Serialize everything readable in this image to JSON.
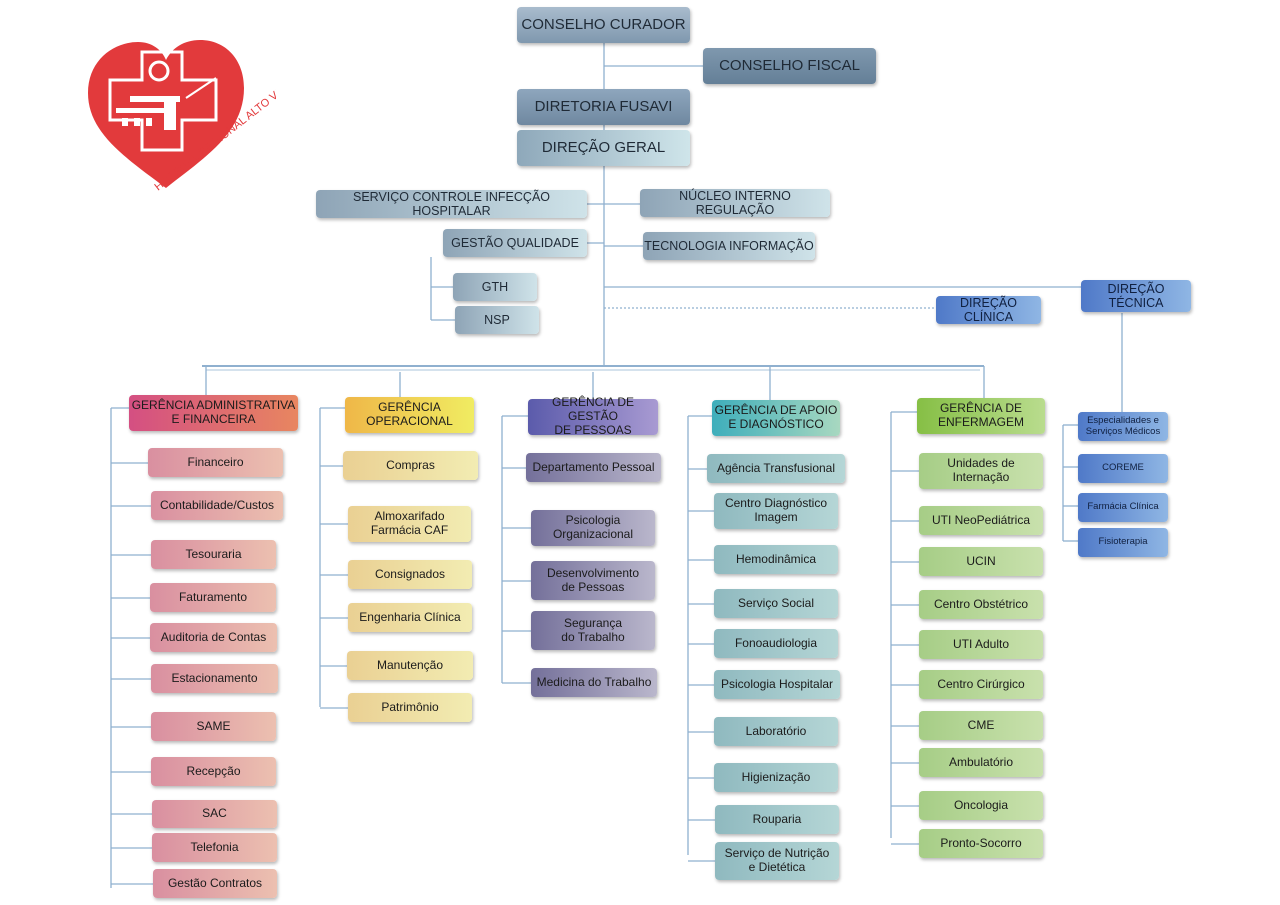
{
  "logo": {
    "text": "HOSPITAL REGIONAL ALTO VALE",
    "color": "#e23a3c"
  },
  "top": {
    "conselho_curador": "CONSELHO CURADOR",
    "conselho_fiscal": "CONSELHO FISCAL",
    "diretoria_fusavi": "DIRETORIA FUSAVI",
    "direcao_geral": "DIREÇÃO GERAL"
  },
  "support": {
    "scih": "SERVIÇO CONTROLE INFECÇÃO HOSPITALAR",
    "nir": "NÚCLEO INTERNO REGULAÇÃO",
    "gestao_qualidade": "GESTÃO QUALIDADE",
    "ti": "TECNOLOGIA INFORMAÇÃO",
    "gth": "GTH",
    "nsp": "NSP",
    "direcao_tecnica": "DIREÇÃO TÉCNICA",
    "direcao_clinica": "DIREÇÃO CLÍNICA"
  },
  "columns": [
    {
      "head": "GERÊNCIA ADMINISTRATIVA\nE FINANCEIRA",
      "items": [
        "Financeiro",
        "Contabilidade/Custos",
        "Tesouraria",
        "Faturamento",
        "Auditoria de Contas",
        "Estacionamento",
        "SAME",
        "Recepção",
        "SAC",
        "Telefonia",
        "Gestão Contratos"
      ]
    },
    {
      "head": "GERÊNCIA\nOPERACIONAL",
      "items": [
        "Compras",
        "Almoxarifado\nFarmácia        CAF",
        "Consignados",
        "Engenharia Clínica",
        "Manutenção",
        "Patrimônio"
      ]
    },
    {
      "head": "GERÊNCIA DE GESTÃO\nDE PESSOAS",
      "items": [
        "Departamento Pessoal",
        "Psicologia\nOrganizacional",
        "Desenvolvimento\nde Pessoas",
        "Segurança\ndo Trabalho",
        "Medicina do Trabalho"
      ]
    },
    {
      "head": "GERÊNCIA DE APOIO\nE DIAGNÓSTICO",
      "items": [
        "Agência Transfusional",
        "Centro Diagnóstico\nImagem",
        "Hemodinâmica",
        "Serviço Social",
        "Fonoaudiologia",
        "Psicologia Hospitalar",
        "Laboratório",
        "Higienização",
        "Rouparia",
        "Serviço de Nutrição\ne Dietética"
      ]
    },
    {
      "head": "GERÊNCIA DE\nENFERMAGEM",
      "items": [
        "Unidades de\nInternação",
        "UTI NeoPediátrica",
        "UCIN",
        "Centro Obstétrico",
        "UTI Adulto",
        "Centro Cirúrgico",
        "CME",
        "Ambulatório",
        "Oncologia",
        "Pronto-Socorro"
      ]
    }
  ],
  "tecnica_items": [
    "Especialidades e\nServiços Médicos",
    "COREME",
    "Farmácia Clínica",
    "Fisioterapia"
  ]
}
